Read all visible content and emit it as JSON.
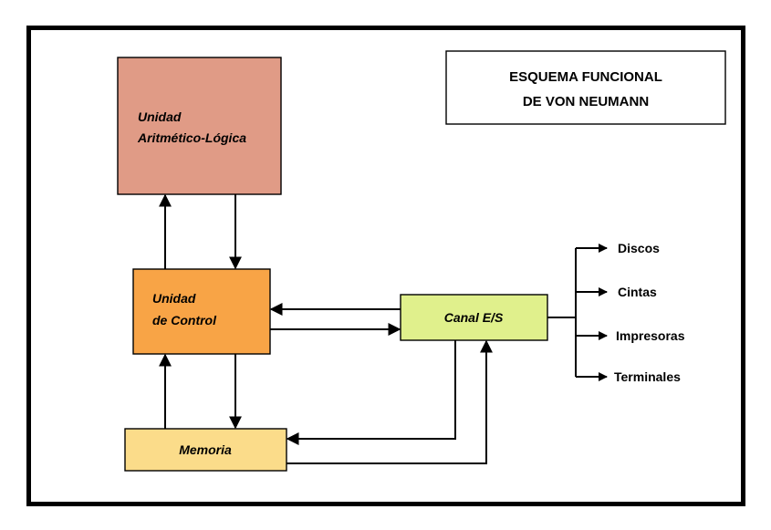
{
  "title": {
    "line1": "ESQUEMA FUNCIONAL",
    "line2": "DE VON NEUMANN"
  },
  "nodes": {
    "alu": {
      "line1": "Unidad",
      "line2": "Aritmético-Lógica",
      "color": "#e09b86"
    },
    "control": {
      "line1": "Unidad",
      "line2": "de Control",
      "color": "#f8a446"
    },
    "memory": {
      "label": "Memoria",
      "color": "#fbdc8a"
    },
    "io_channel": {
      "label": "Canal E/S",
      "color": "#e0f08c"
    }
  },
  "devices": [
    "Discos",
    "Cintas",
    "Impresoras",
    "Terminales"
  ]
}
